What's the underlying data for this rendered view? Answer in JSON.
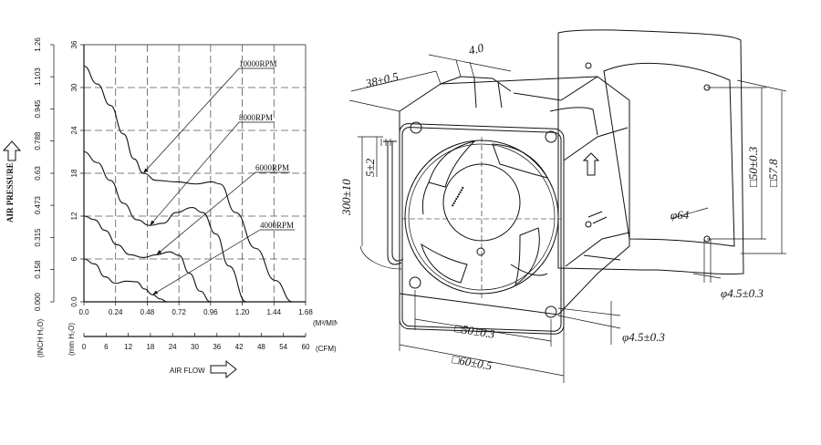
{
  "chart_data": {
    "type": "line",
    "xlabel": "AIR FLOW",
    "ylabel": "AIR PRESSURE",
    "x_units": [
      "(M³/MIN.)",
      "(CFM)"
    ],
    "y_units": [
      "(mm H₂O)",
      "(INCH H₂O)"
    ],
    "xlim": [
      0,
      1.68
    ],
    "ylim": [
      0,
      36
    ],
    "x_ticks_m3": [
      "0.0",
      "0.24",
      "0.48",
      "0.72",
      "0.96",
      "1.20",
      "1.44",
      "1.68"
    ],
    "x_ticks_cfm": [
      "0",
      "6",
      "12",
      "18",
      "24",
      "30",
      "36",
      "42",
      "48",
      "54",
      "60"
    ],
    "y_ticks_mm": [
      "0.0",
      "6",
      "12",
      "18",
      "24",
      "30",
      "36"
    ],
    "y_ticks_inch": [
      "0.000",
      "0.158",
      "0.315",
      "0.473",
      "0.63",
      "0.788",
      "0.945",
      "1.103",
      "1.26"
    ],
    "series": [
      {
        "name": "10000RPM",
        "x": [
          0,
          0.1,
          0.2,
          0.3,
          0.38,
          0.45,
          0.55,
          0.7,
          0.85,
          0.97,
          1.03,
          1.15,
          1.3,
          1.45,
          1.58
        ],
        "y": [
          33,
          30.5,
          27.5,
          23.5,
          20,
          18,
          17,
          16.8,
          16.5,
          16.8,
          16.5,
          12.5,
          7.5,
          3,
          0
        ]
      },
      {
        "name": "8000RPM",
        "x": [
          0,
          0.1,
          0.2,
          0.3,
          0.4,
          0.5,
          0.6,
          0.7,
          0.82,
          0.9,
          1.0,
          1.1,
          1.23
        ],
        "y": [
          21,
          19.5,
          17,
          13.8,
          11.5,
          10.7,
          11,
          12.5,
          13.2,
          12.5,
          9.5,
          5,
          0
        ]
      },
      {
        "name": "6000RPM",
        "x": [
          0,
          0.08,
          0.16,
          0.25,
          0.35,
          0.45,
          0.55,
          0.65,
          0.72,
          0.8,
          0.88,
          0.96
        ],
        "y": [
          12,
          11.5,
          10,
          8,
          6.6,
          6.2,
          6.6,
          7,
          6.5,
          4,
          1.5,
          0
        ]
      },
      {
        "name": "4000RPM",
        "x": [
          0,
          0.08,
          0.16,
          0.24,
          0.32,
          0.4,
          0.46,
          0.52,
          0.58,
          0.63
        ],
        "y": [
          6,
          5.3,
          3.5,
          2.6,
          2.9,
          2.8,
          1.8,
          1.0,
          0.4,
          0
        ]
      }
    ]
  },
  "drawing": {
    "dims": {
      "depth": "38±0.5",
      "rib": "4.0",
      "lead_length": "300±10",
      "strip": "5±2",
      "hole_pitch_front": "□50±0.3",
      "frame_size": "□60±0.5",
      "hole_dia_front": "φ4.5±0.3",
      "hole_pitch_back": "□50±0.3",
      "frame_back": "□57.8",
      "venturi_dia": "φ64",
      "hole_dia_back": "φ4.5±0.3"
    }
  }
}
